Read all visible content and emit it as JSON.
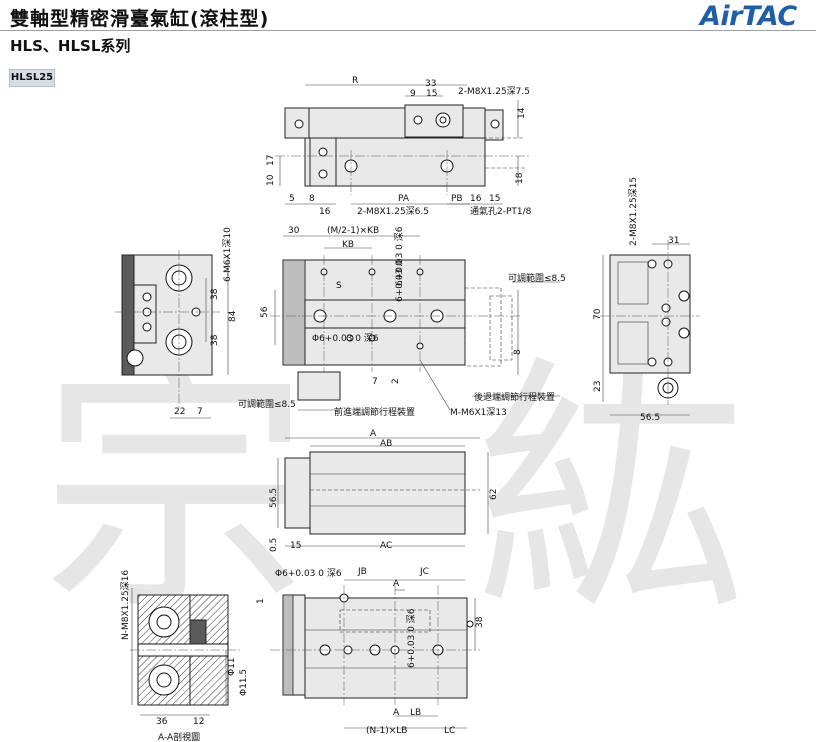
{
  "header": {
    "title": "雙軸型精密滑臺氣缸(滾柱型)",
    "subtitle": "HLS、HLSL系列",
    "logo": "AirTAC"
  },
  "model_tag": "HLSL25",
  "watermark": "宗 紘",
  "top_view": {
    "dims": [
      "R",
      "33",
      "9",
      "15",
      "2-M8X1.25深7.5",
      "14",
      "17",
      "10",
      "18",
      "5",
      "8",
      "16",
      "PA",
      "PB",
      "16",
      "15",
      "2-M8X1.25深6.5",
      "通氣孔2-PT1/8"
    ]
  },
  "front_view": {
    "dims": [
      "30",
      "(M/2-1)×KB",
      "KB",
      "S",
      "56",
      "Φ6+0.03 0 深6",
      "6+0.03 0 深6",
      "6+0.03 0",
      "7",
      "2",
      "8",
      "可調範圍≤8.5",
      "後退端調節行程裝置",
      "前進端調節行程裝置",
      "M-M6X1深13"
    ]
  },
  "left_view": {
    "dims": [
      "6-M6X1深10",
      "38",
      "84",
      "38",
      "22",
      "7",
      "可調範圍≤8.5"
    ]
  },
  "right_view": {
    "dims": [
      "2-M8X1.25深15",
      "31",
      "70",
      "23",
      "56.5"
    ]
  },
  "side_view": {
    "dims": [
      "A",
      "AB",
      "56.5",
      "62",
      "0.5",
      "15",
      "AC"
    ]
  },
  "section_view": {
    "dims": [
      "N-M8X1.25深16",
      "Φ11",
      "Φ11.5",
      "36",
      "12"
    ],
    "caption": "A-A剖視圖"
  },
  "bottom_view": {
    "dims": [
      "Φ6+0.03 0 深6",
      "JB",
      "A",
      "JC",
      "1",
      "38",
      "6+0.03 0 深6",
      "A",
      "LB",
      "(N-1)×LB",
      "LC"
    ]
  }
}
